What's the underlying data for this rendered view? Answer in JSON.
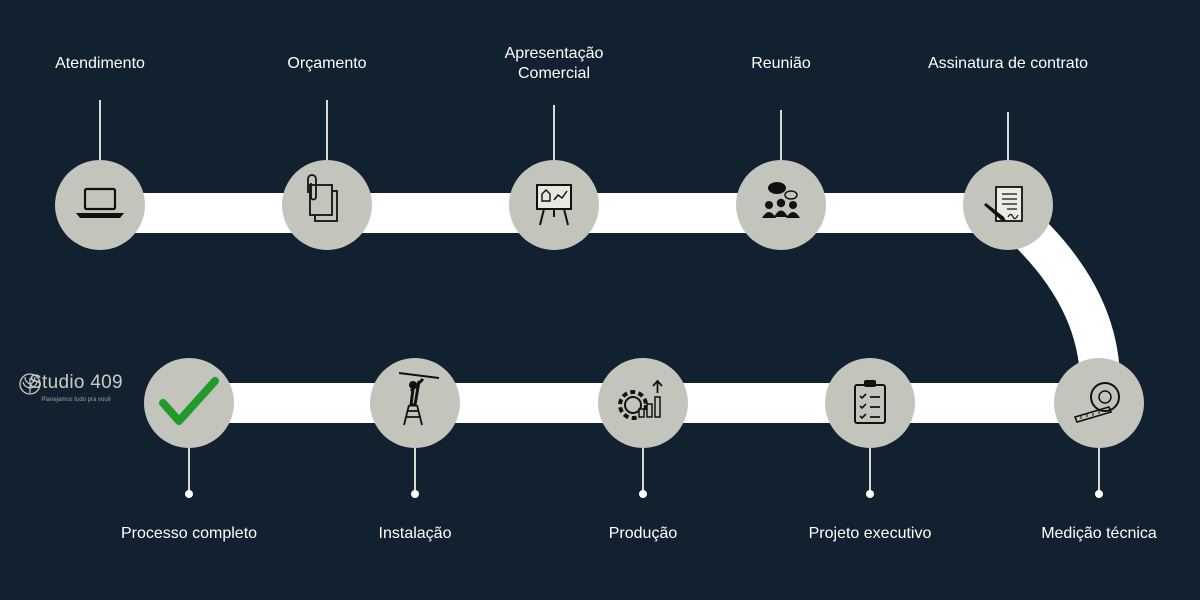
{
  "steps": [
    {
      "label": "Atendimento",
      "icon": "laptop-icon"
    },
    {
      "label": "Orçamento",
      "icon": "documents-clip-icon"
    },
    {
      "label": "Apresentação\nComercial",
      "icon": "presentation-board-icon"
    },
    {
      "label": "Reunião",
      "icon": "meeting-people-icon"
    },
    {
      "label": "Assinatura de contrato",
      "icon": "contract-signature-icon"
    },
    {
      "label": "Medição técnica",
      "icon": "tape-measure-icon"
    },
    {
      "label": "Projeto executivo",
      "icon": "clipboard-checklist-icon"
    },
    {
      "label": "Produção",
      "icon": "gear-chart-icon"
    },
    {
      "label": "Instalação",
      "icon": "installer-ladder-icon"
    },
    {
      "label": "Processo completo",
      "icon": "checkmark-icon"
    }
  ],
  "logo": {
    "name": "Studio 409",
    "tagline": "Planejamos tudo pra você",
    "icon": "leaf-emblem-icon"
  },
  "colors": {
    "background": "#12212f",
    "track": "#ffffff",
    "node": "#c3c5bd",
    "check": "#1f9a2b"
  }
}
